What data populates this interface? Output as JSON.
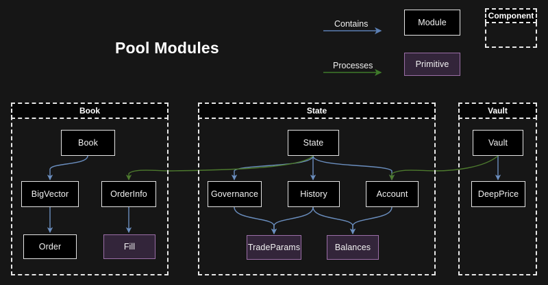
{
  "page": {
    "title": "Pool Modules",
    "background": "#161616",
    "module_fill": "#000000",
    "module_border": "#e6e6e6",
    "primitive_fill": "#33253a",
    "primitive_border": "#9c6fa8",
    "contains_color": "#5b7fb3",
    "processes_color": "#3f6b2a",
    "group_border": "#e8e8e8"
  },
  "legend": {
    "contains_label": "Contains",
    "processes_label": "Processes",
    "module_label": "Module",
    "primitive_label": "Primitive",
    "component_label": "Component"
  },
  "groups": [
    {
      "name": "Book",
      "label": "Book"
    },
    {
      "name": "State",
      "label": "State"
    },
    {
      "name": "Vault",
      "label": "Vault"
    }
  ],
  "nodes": {
    "book": {
      "label": "Book",
      "kind": "module"
    },
    "bigvector": {
      "label": "BigVector",
      "kind": "module"
    },
    "orderinfo": {
      "label": "OrderInfo",
      "kind": "module"
    },
    "order": {
      "label": "Order",
      "kind": "module"
    },
    "fill": {
      "label": "Fill",
      "kind": "primitive"
    },
    "state": {
      "label": "State",
      "kind": "module"
    },
    "governance": {
      "label": "Governance",
      "kind": "module"
    },
    "history": {
      "label": "History",
      "kind": "module"
    },
    "account": {
      "label": "Account",
      "kind": "module"
    },
    "tradeparams": {
      "label": "TradeParams",
      "kind": "primitive"
    },
    "balances": {
      "label": "Balances",
      "kind": "primitive"
    },
    "vault": {
      "label": "Vault",
      "kind": "module"
    },
    "deepprice": {
      "label": "DeepPrice",
      "kind": "module"
    }
  },
  "edges": [
    {
      "from": "book",
      "to": "bigvector",
      "type": "contains"
    },
    {
      "from": "bigvector",
      "to": "order",
      "type": "contains"
    },
    {
      "from": "orderinfo",
      "to": "fill",
      "type": "contains"
    },
    {
      "from": "state",
      "to": "governance",
      "type": "contains"
    },
    {
      "from": "state",
      "to": "history",
      "type": "contains"
    },
    {
      "from": "state",
      "to": "account",
      "type": "contains"
    },
    {
      "from": "governance",
      "to": "tradeparams",
      "type": "contains"
    },
    {
      "from": "history",
      "to": "tradeparams",
      "type": "contains"
    },
    {
      "from": "history",
      "to": "balances",
      "type": "contains"
    },
    {
      "from": "account",
      "to": "balances",
      "type": "contains"
    },
    {
      "from": "vault",
      "to": "deepprice",
      "type": "contains"
    },
    {
      "from": "state",
      "to": "orderinfo",
      "type": "processes"
    },
    {
      "from": "vault",
      "to": "account",
      "type": "processes"
    }
  ]
}
